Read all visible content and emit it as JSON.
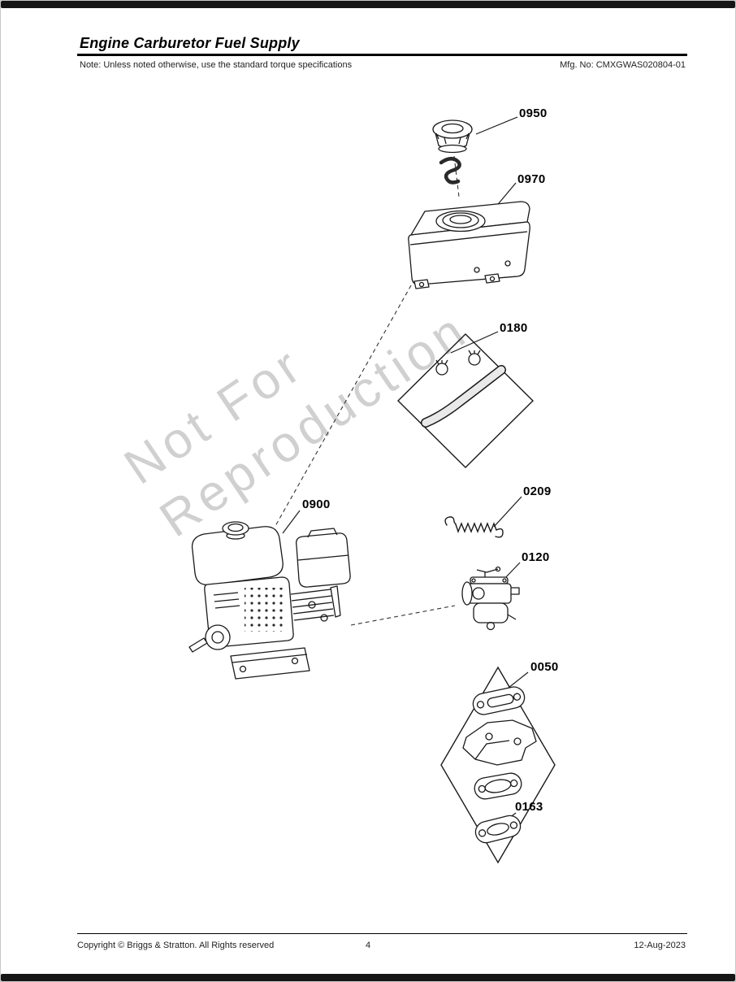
{
  "header": {
    "title": "Engine Carburetor Fuel Supply",
    "note": "Note: Unless noted otherwise, use the standard torque specifications",
    "mfg_no": "Mfg. No: CMXGWAS020804-01"
  },
  "watermark": {
    "line1": "Not For",
    "line2": "Reproduction"
  },
  "parts": [
    {
      "label": "0950",
      "name": "fuel-tank-cap"
    },
    {
      "label": "0970",
      "name": "fuel-tank"
    },
    {
      "label": "0180",
      "name": "fuel-line-with-clamps"
    },
    {
      "label": "0900",
      "name": "engine-assembly"
    },
    {
      "label": "0209",
      "name": "governor-spring"
    },
    {
      "label": "0120",
      "name": "carburetor"
    },
    {
      "label": "0050",
      "name": "gasket-set"
    },
    {
      "label": "0163",
      "name": "exhaust-gasket"
    }
  ],
  "footer": {
    "copyright": "Copyright ©  Briggs & Stratton. All Rights reserved",
    "page_number": "4",
    "date": "12-Aug-2023"
  },
  "colors": {
    "line": "#1a1a1a",
    "watermark": "#aaaaaa"
  }
}
